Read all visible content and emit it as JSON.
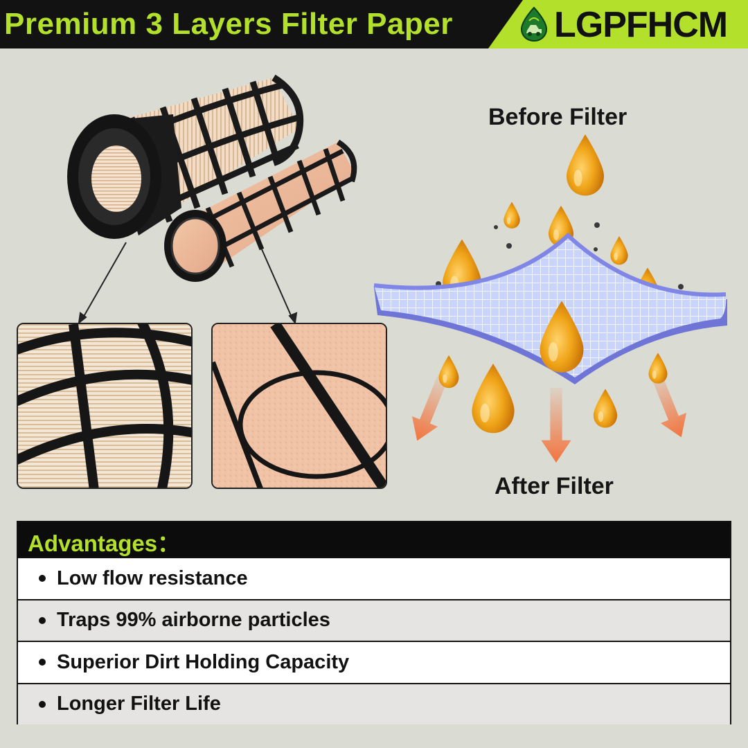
{
  "header": {
    "title": "Premium 3 Layers Filter Paper",
    "brand_name": "LGPFHCM"
  },
  "colors": {
    "accent": "#b2e02b",
    "header_bg": "#121212",
    "background": "#dadcd3",
    "oil_drop": "#f0a519",
    "filter_sheet": "#9fa6e8",
    "flow_arrow": "#f2743e"
  },
  "icons": [
    "brand-logo-icon",
    "oil-drop-icon",
    "down-arrow-icon"
  ],
  "diagram": {
    "before_label": "Before Filter",
    "after_label": "After Filter"
  },
  "advantages": {
    "heading": "Advantages：",
    "items": [
      "Low flow resistance",
      "Traps 99% airborne particles",
      "Superior Dirt Holding Capacity",
      "Longer Filter Life"
    ]
  }
}
